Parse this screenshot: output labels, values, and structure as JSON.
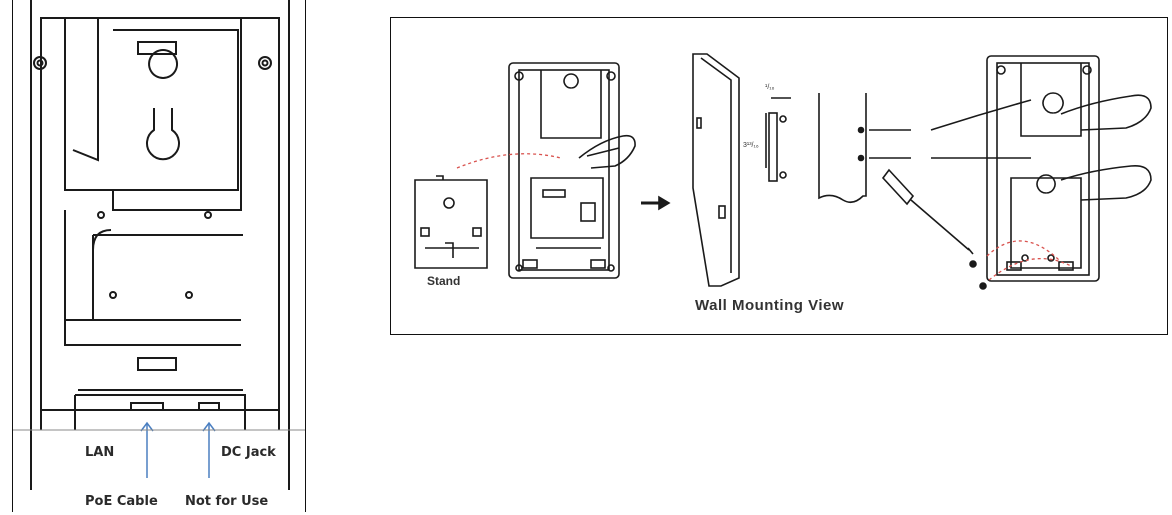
{
  "back_view": {
    "labels": {
      "lan": "LAN",
      "dc_jack": "DC Jack",
      "poe_cable": "PoE Cable",
      "not_for_use": "Not for Use"
    }
  },
  "wall_mount": {
    "title": "Wall Mounting View",
    "stand_label": "Stand",
    "dim_top": "¹/₁₆",
    "dim_spacing": "3¹³/₁₆"
  },
  "colors": {
    "line": "#1a1a1a",
    "arrow_blue": "#4a7fc1",
    "dashed_red": "#d9534f"
  }
}
